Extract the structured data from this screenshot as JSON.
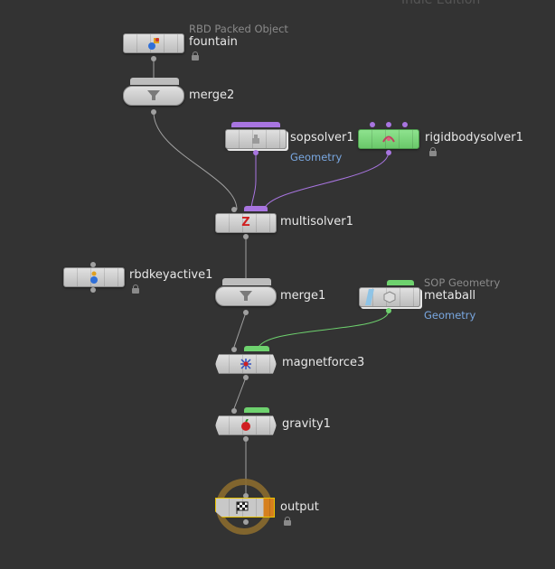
{
  "header": {
    "edition": "Indie Edition"
  },
  "nodes": {
    "fountain": {
      "label": "fountain",
      "comment": "RBD Packed Object"
    },
    "merge2": {
      "label": "merge2"
    },
    "sopsolver1": {
      "label": "sopsolver1",
      "context": "Geometry"
    },
    "rigidbodysolver1": {
      "label": "rigidbodysolver1"
    },
    "multisolver1": {
      "label": "multisolver1"
    },
    "rbdkeyactive1": {
      "label": "rbdkeyactive1"
    },
    "merge1": {
      "label": "merge1"
    },
    "metaball": {
      "label": "metaball",
      "comment": "SOP Geometry",
      "context": "Geometry"
    },
    "magnetforce3": {
      "label": "magnetforce3"
    },
    "gravity1": {
      "label": "gravity1"
    },
    "output": {
      "label": "output"
    }
  },
  "colors": {
    "background": "#333333",
    "wire": "#a0a0a0",
    "wire_purple": "#a875e0",
    "wire_green": "#6ed26e",
    "flag_purple": "#a875e0",
    "flag_green": "#6ed26e",
    "node_green": "#7fd97f",
    "output_ring": "#8a6a2e",
    "output_orange": "#d6801e",
    "selected_outline": "#e8c200"
  }
}
